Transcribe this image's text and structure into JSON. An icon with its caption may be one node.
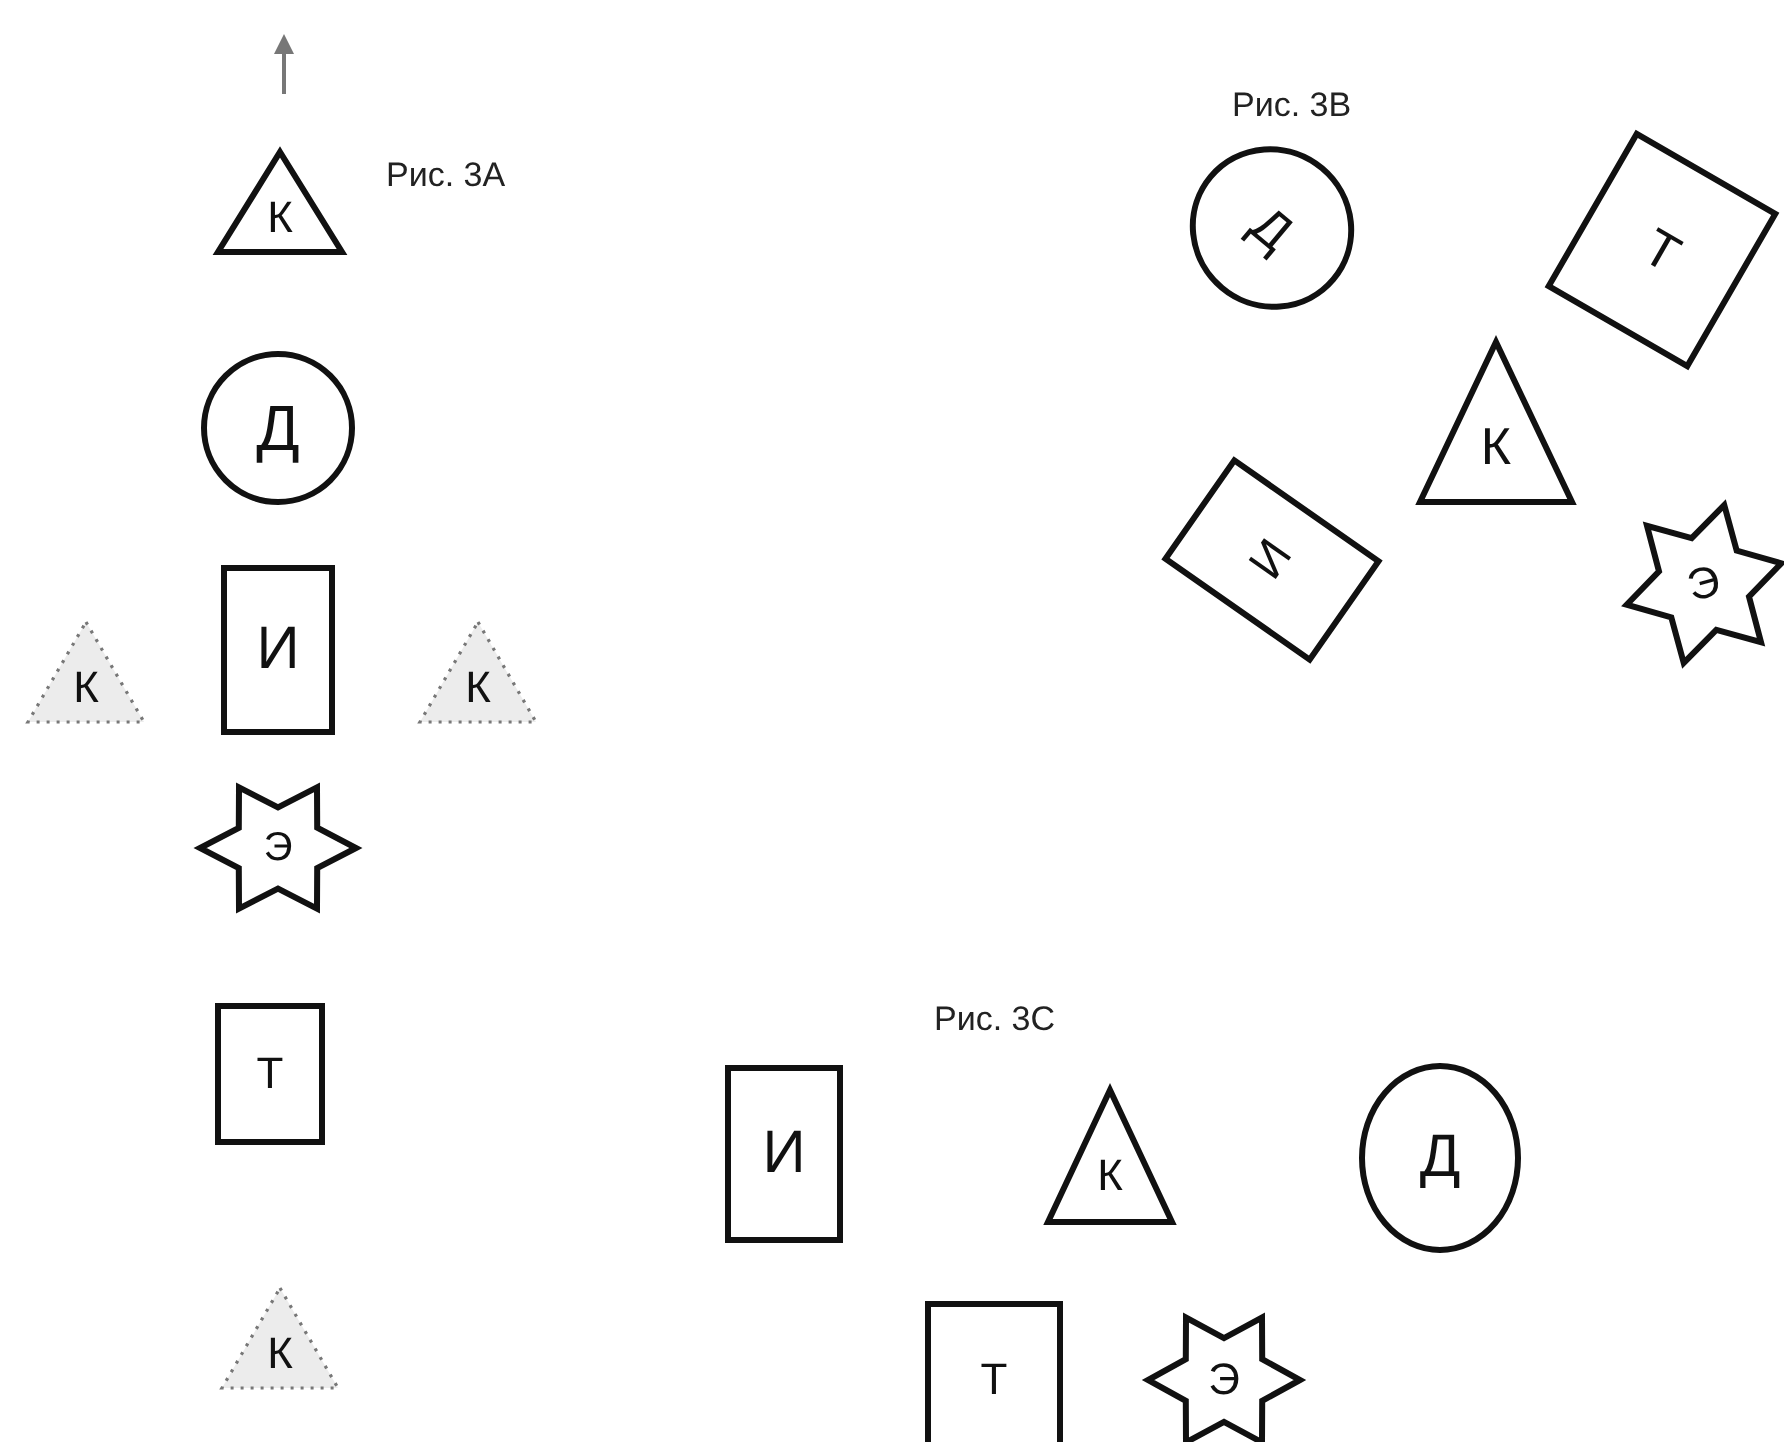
{
  "diagram": {
    "nodes": [
      {
        "text": [
          "К"
        ]
      },
      {
        "text": [
          "Д"
        ]
      },
      {
        "text": [
          "К"
        ]
      },
      {
        "text": [
          "И"
        ]
      },
      {
        "text": [
          "К"
        ]
      },
      {
        "text": [
          "Э"
        ]
      },
      {
        "text": [
          "Т"
        ]
      },
      {
        "text": [
          "К"
        ]
      },
      {
        "text": [
          "Д"
        ]
      },
      {
        "text": [
          "Т"
        ]
      },
      {
        "text": [
          "К"
        ]
      },
      {
        "text": [
          "И"
        ]
      },
      {
        "text": [
          "Э"
        ]
      },
      {
        "text": [
          "И"
        ]
      },
      {
        "text": [
          "К"
        ]
      },
      {
        "text": [
          "Д"
        ]
      },
      {
        "text": [
          "Т"
        ]
      },
      {
        "text": [
          "Э"
        ]
      }
    ],
    "labels": [
      "Рис. 3A",
      "Рис. 3B",
      "Рис. 3C"
    ]
  }
}
